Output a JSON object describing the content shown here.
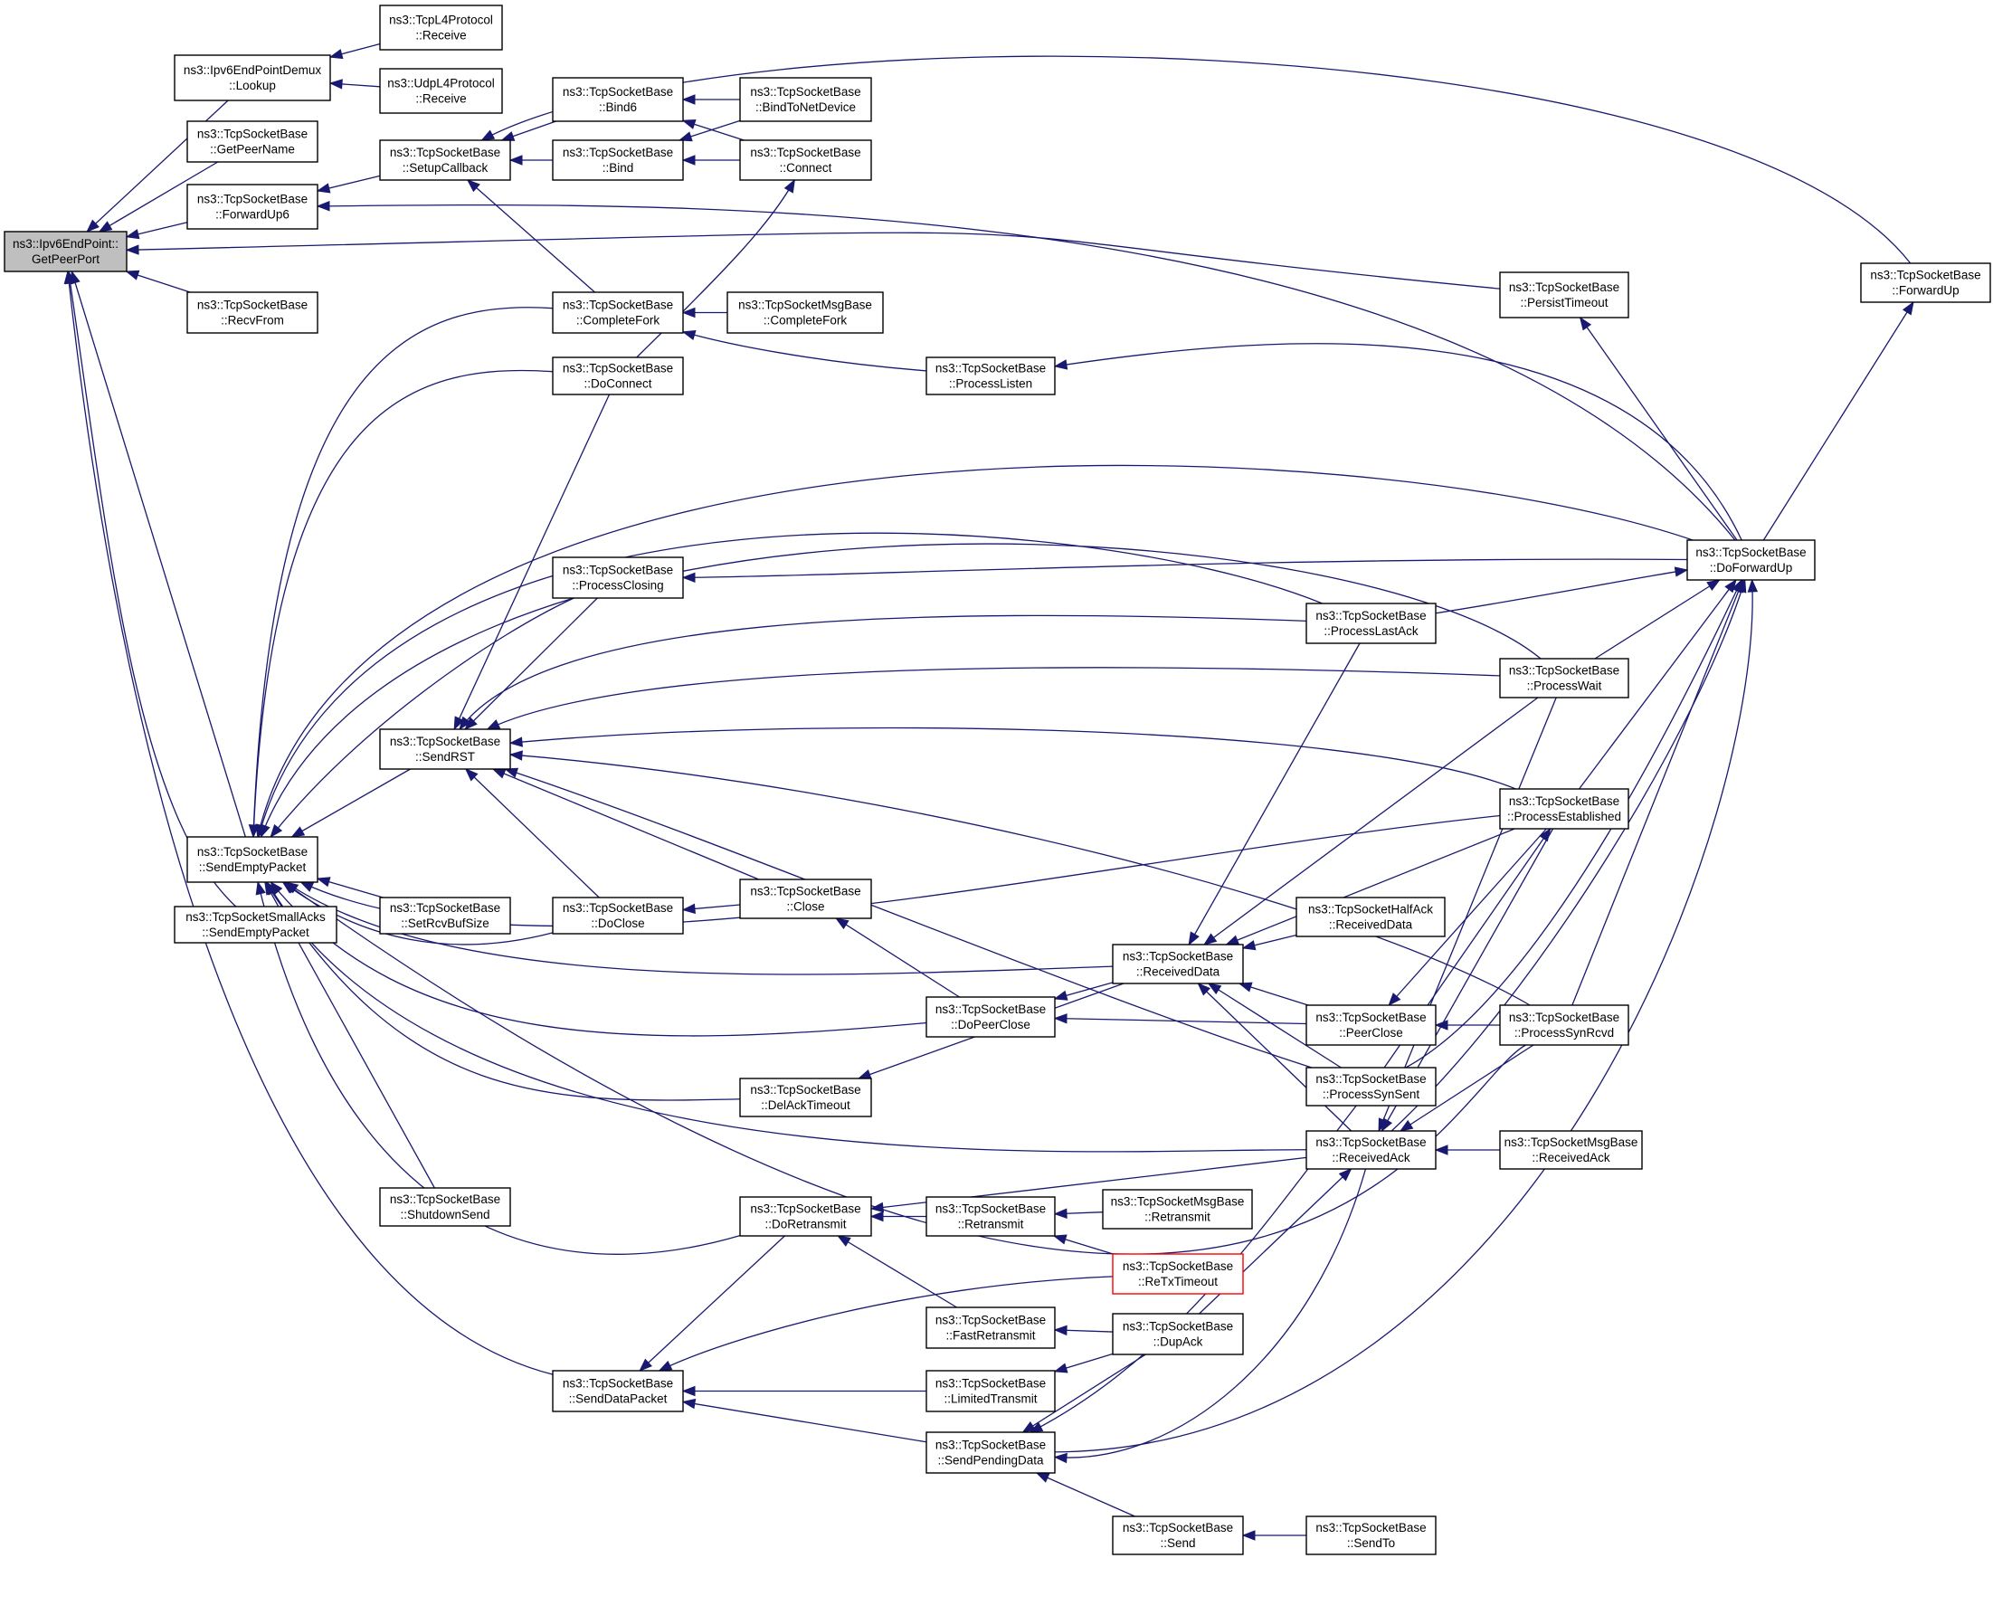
{
  "colors": {
    "edge": "#191970",
    "root_fill": "#bfbfbf",
    "highlight_border": "#ff0000"
  },
  "nodes": [
    {
      "id": "getpeerport",
      "l1": "ns3::Ipv6EndPoint::",
      "l2": "GetPeerPort",
      "style": "root"
    },
    {
      "id": "ipv6demux_lookup",
      "l1": "ns3::Ipv6EndPointDemux",
      "l2": "::Lookup"
    },
    {
      "id": "tcpl4_receive",
      "l1": "ns3::TcpL4Protocol",
      "l2": "::Receive"
    },
    {
      "id": "udpl4_receive",
      "l1": "ns3::UdpL4Protocol",
      "l2": "::Receive"
    },
    {
      "id": "getpeername",
      "l1": "ns3::TcpSocketBase",
      "l2": "::GetPeerName"
    },
    {
      "id": "forwardup6",
      "l1": "ns3::TcpSocketBase",
      "l2": "::ForwardUp6"
    },
    {
      "id": "recvfrom",
      "l1": "ns3::TcpSocketBase",
      "l2": "::RecvFrom"
    },
    {
      "id": "sendemptypacket",
      "l1": "ns3::TcpSocketBase",
      "l2": "::SendEmptyPacket"
    },
    {
      "id": "smallacks_sendempty",
      "l1": "ns3::TcpSocketSmallAcks",
      "l2": "::SendEmptyPacket"
    },
    {
      "id": "setupcallback",
      "l1": "ns3::TcpSocketBase",
      "l2": "::SetupCallback"
    },
    {
      "id": "bind6",
      "l1": "ns3::TcpSocketBase",
      "l2": "::Bind6"
    },
    {
      "id": "bind",
      "l1": "ns3::TcpSocketBase",
      "l2": "::Bind"
    },
    {
      "id": "bindtonetdevice",
      "l1": "ns3::TcpSocketBase",
      "l2": "::BindToNetDevice"
    },
    {
      "id": "connect",
      "l1": "ns3::TcpSocketBase",
      "l2": "::Connect"
    },
    {
      "id": "completefork",
      "l1": "ns3::TcpSocketBase",
      "l2": "::CompleteFork"
    },
    {
      "id": "msg_completefork",
      "l1": "ns3::TcpSocketMsgBase",
      "l2": "::CompleteFork"
    },
    {
      "id": "doconnect",
      "l1": "ns3::TcpSocketBase",
      "l2": "::DoConnect"
    },
    {
      "id": "processlisten",
      "l1": "ns3::TcpSocketBase",
      "l2": "::ProcessListen"
    },
    {
      "id": "persisttimeout",
      "l1": "ns3::TcpSocketBase",
      "l2": "::PersistTimeout"
    },
    {
      "id": "forwardup",
      "l1": "ns3::TcpSocketBase",
      "l2": "::ForwardUp"
    },
    {
      "id": "doforwardup",
      "l1": "ns3::TcpSocketBase",
      "l2": "::DoForwardUp"
    },
    {
      "id": "processclosing",
      "l1": "ns3::TcpSocketBase",
      "l2": "::ProcessClosing"
    },
    {
      "id": "processlastack",
      "l1": "ns3::TcpSocketBase",
      "l2": "::ProcessLastAck"
    },
    {
      "id": "processwait",
      "l1": "ns3::TcpSocketBase",
      "l2": "::ProcessWait"
    },
    {
      "id": "sendrst",
      "l1": "ns3::TcpSocketBase",
      "l2": "::SendRST"
    },
    {
      "id": "processestablished",
      "l1": "ns3::TcpSocketBase",
      "l2": "::ProcessEstablished"
    },
    {
      "id": "setrcvbufsize",
      "l1": "ns3::TcpSocketBase",
      "l2": "::SetRcvBufSize"
    },
    {
      "id": "doclose",
      "l1": "ns3::TcpSocketBase",
      "l2": "::DoClose"
    },
    {
      "id": "close",
      "l1": "ns3::TcpSocketBase",
      "l2": "::Close"
    },
    {
      "id": "halfack_receiveddata",
      "l1": "ns3::TcpSocketHalfAck",
      "l2": "::ReceivedData"
    },
    {
      "id": "receiveddata",
      "l1": "ns3::TcpSocketBase",
      "l2": "::ReceivedData"
    },
    {
      "id": "dopeerclose",
      "l1": "ns3::TcpSocketBase",
      "l2": "::DoPeerClose"
    },
    {
      "id": "peerclose",
      "l1": "ns3::TcpSocketBase",
      "l2": "::PeerClose"
    },
    {
      "id": "processsynrcvd",
      "l1": "ns3::TcpSocketBase",
      "l2": "::ProcessSynRcvd"
    },
    {
      "id": "processsynsent",
      "l1": "ns3::TcpSocketBase",
      "l2": "::ProcessSynSent"
    },
    {
      "id": "delacktimeout",
      "l1": "ns3::TcpSocketBase",
      "l2": "::DelAckTimeout"
    },
    {
      "id": "receivedack",
      "l1": "ns3::TcpSocketBase",
      "l2": "::ReceivedAck"
    },
    {
      "id": "msg_receivedack",
      "l1": "ns3::TcpSocketMsgBase",
      "l2": "::ReceivedAck"
    },
    {
      "id": "shutdownsend",
      "l1": "ns3::TcpSocketBase",
      "l2": "::ShutdownSend"
    },
    {
      "id": "doretransmit",
      "l1": "ns3::TcpSocketBase",
      "l2": "::DoRetransmit"
    },
    {
      "id": "retransmit",
      "l1": "ns3::TcpSocketBase",
      "l2": "::Retransmit"
    },
    {
      "id": "msg_retransmit",
      "l1": "ns3::TcpSocketMsgBase",
      "l2": "::Retransmit"
    },
    {
      "id": "retxtimeout",
      "l1": "ns3::TcpSocketBase",
      "l2": "::ReTxTimeout",
      "style": "red"
    },
    {
      "id": "fastretransmit",
      "l1": "ns3::TcpSocketBase",
      "l2": "::FastRetransmit"
    },
    {
      "id": "dupack",
      "l1": "ns3::TcpSocketBase",
      "l2": "::DupAck"
    },
    {
      "id": "senddatapacket",
      "l1": "ns3::TcpSocketBase",
      "l2": "::SendDataPacket"
    },
    {
      "id": "limitedtransmit",
      "l1": "ns3::TcpSocketBase",
      "l2": "::LimitedTransmit"
    },
    {
      "id": "sendpendingdata",
      "l1": "ns3::TcpSocketBase",
      "l2": "::SendPendingData"
    },
    {
      "id": "send",
      "l1": "ns3::TcpSocketBase",
      "l2": "::Send"
    },
    {
      "id": "sendto",
      "l1": "ns3::TcpSocketBase",
      "l2": "::SendTo"
    }
  ]
}
